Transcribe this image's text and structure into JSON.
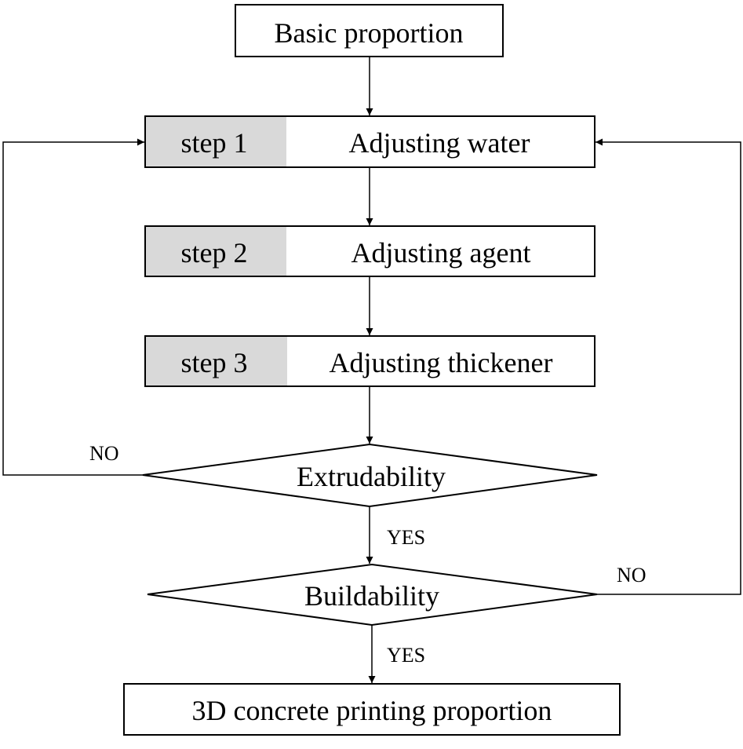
{
  "diagram": {
    "colors": {
      "line": "#000000",
      "step_fill": "#d9d9d9",
      "box_fill": "#ffffff"
    },
    "start": {
      "label": "Basic proportion"
    },
    "steps": [
      {
        "step_label": "step 1",
        "label": "Adjusting water"
      },
      {
        "step_label": "step 2",
        "label": "Adjusting agent"
      },
      {
        "step_label": "step 3",
        "label": "Adjusting thickener"
      }
    ],
    "decisions": [
      {
        "label": "Extrudability",
        "yes_label": "YES",
        "no_label": "NO"
      },
      {
        "label": "Buildability",
        "yes_label": "YES",
        "no_label": "NO"
      }
    ],
    "end": {
      "label": "3D concrete printing proportion"
    }
  }
}
